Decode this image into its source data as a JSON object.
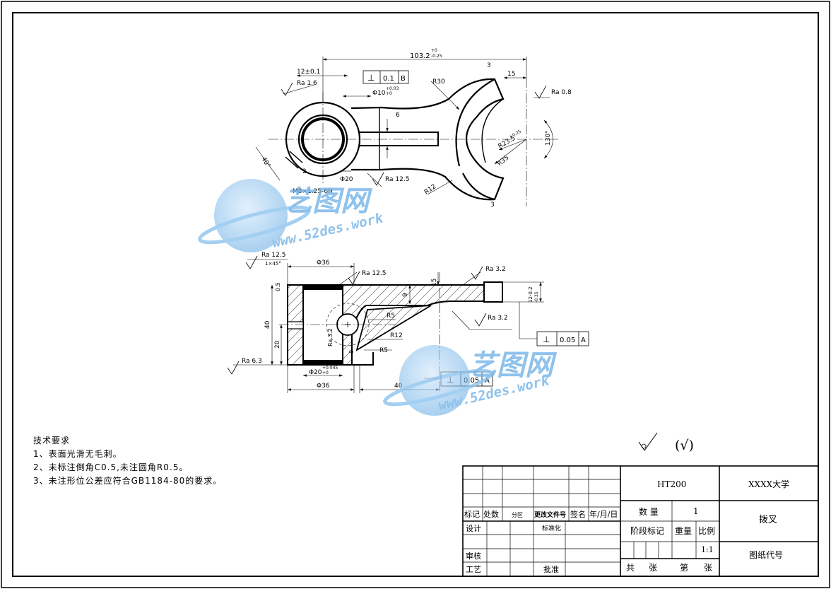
{
  "dims": {
    "overall_length": "103.2",
    "overall_tol_upper": "+0",
    "overall_tol_lower": "-0.25",
    "width_12": "12±0.1",
    "dim_15": "15",
    "dim_3_top": "3",
    "dim_3_bottom": "3",
    "r30": "R30",
    "perp_value": "0.1",
    "perp_datum": "B",
    "phi10": "Φ10",
    "phi10_tol_upper": "+0.03",
    "phi10_tol_lower": "+0",
    "slot_6": "6",
    "r23": "R23.5",
    "r23_tol": "+0.25",
    "r23_tol_lower": "-0",
    "r35": "R35",
    "angle_130": "130°",
    "r12": "R12",
    "phi20": "Φ20",
    "thread": "M8×1.25-6H",
    "angle_40": "40°",
    "dim_2": "2",
    "phi36_top": "Φ36",
    "chamfer": "1×45°",
    "dim_05": "0.5",
    "dim_40": "40",
    "dim_20": "20",
    "dim_9": "9",
    "dim_15_sec": "15",
    "dim_12_tol": "12-0.2",
    "dim_12_tol_b": "-0.35",
    "r5_a": "R5",
    "r12_sec": "R12",
    "r5_b": "R5",
    "phi20_sec": "Φ20",
    "phi20_sec_tol": "+0.045",
    "phi20_sec_tol_lower": "+0",
    "phi36_bottom": "Φ36",
    "dim_40_bottom": "40",
    "dim_0_small": "0",
    "perp2_value": "0.05",
    "perp2_datum": "A",
    "perp3_value": "0.05",
    "perp3_datum": "A"
  },
  "roughness": {
    "ra_16": "Ra 1.6",
    "ra_08": "Ra 0.8",
    "ra_125_top": "Ra 12.5",
    "ra_125_a": "Ra 12.5",
    "ra_125_b": "Ra 12.5",
    "ra_32_a": "Ra 3.2",
    "ra_32_b": "Ra 3.2",
    "ra_32_c": "Ra 3.2",
    "ra_63": "Ra 6.3",
    "general_symbol": "(√)"
  },
  "watermark": {
    "brand": "艺图网",
    "url": "www.52des.work"
  },
  "tech_requirements": {
    "title": "技术要求",
    "items": [
      "1、表面光滑无毛刺。",
      "2、未标注倒角C0.5,未注圆角R0.5。",
      "3、未注形位公差应符合GB1184-80的要求。"
    ]
  },
  "title_block": {
    "material": "HT200",
    "school": "XXXX大学",
    "part_name": "拨叉",
    "drawing_code_label": "图纸代号",
    "rev_labels": [
      "标记",
      "处数",
      "分区",
      "更改文件号",
      "签名",
      "年/月/日"
    ],
    "design": "设计",
    "standardize": "标准化",
    "review": "审核",
    "process": "工艺",
    "approve": "批准",
    "quantity_label": "数 量",
    "quantity_value": "1",
    "stage_label": "阶段标记",
    "weight_label": "重量",
    "scale_label": "比例",
    "scale_value": "1:1",
    "total_label": "共",
    "sheets_label": "张",
    "page_label": "第",
    "page_sheets_label": "张"
  }
}
